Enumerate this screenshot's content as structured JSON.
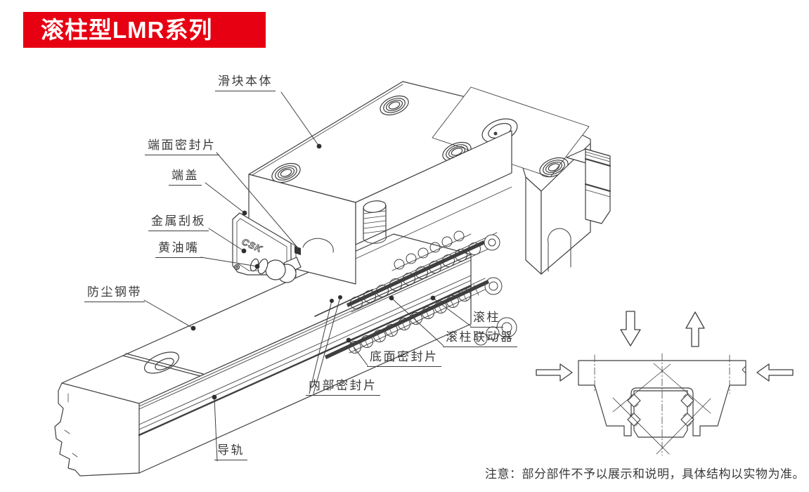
{
  "page": {
    "title": "滚柱型LMR系列",
    "note": "注意：部分部件不予以展示和说明，具体结构以实物为准。",
    "brand_logo": "CSK"
  },
  "colors": {
    "banner_bg": "#e60012",
    "banner_text": "#ffffff",
    "line_art": "#3f3f3f",
    "label_text": "#3a3a3a"
  },
  "diagram": {
    "labels": [
      {
        "text": "滑块本体"
      },
      {
        "text": "端面密封片"
      },
      {
        "text": "端盖"
      },
      {
        "text": "金属刮板"
      },
      {
        "text": "黄油嘴"
      },
      {
        "text": "防尘钢带"
      },
      {
        "text": "滚柱"
      },
      {
        "text": "滚柱联动器"
      },
      {
        "text": "底面密封片"
      },
      {
        "text": "内部密封片"
      },
      {
        "text": "导轨"
      }
    ]
  },
  "cross_section": {
    "arrow_icons": [
      "down-load-arrow",
      "up-load-arrow",
      "right-load-arrow",
      "left-load-arrow"
    ]
  }
}
